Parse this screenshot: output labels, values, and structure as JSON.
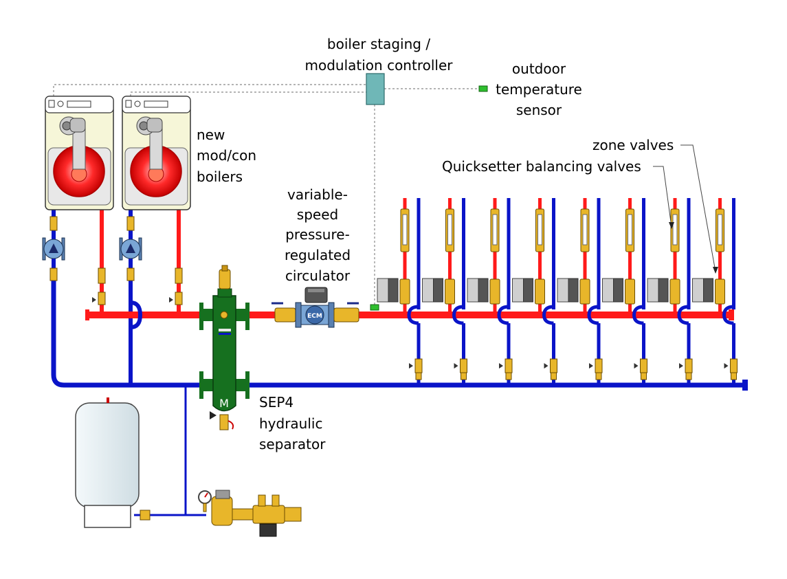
{
  "labels": {
    "controller": [
      "boiler staging /",
      "modulation controller"
    ],
    "sensor": [
      "outdoor",
      "temperature",
      "sensor"
    ],
    "boilers": [
      "new",
      "mod/con",
      "boilers"
    ],
    "circulator": [
      "variable-",
      "speed",
      "pressure-",
      "regulated",
      "circulator"
    ],
    "zone_valves": "zone valves",
    "balancing_valves": "Quicksetter balancing valves",
    "separator": [
      "SEP4",
      "hydraulic",
      "separator"
    ]
  },
  "circulator_badge": "ECM",
  "separator_badge": "M",
  "zone_count": 8,
  "colors": {
    "supply": "#ff1a1a",
    "return": "#0a14c8",
    "separator": "#16701f",
    "brass": "#e8b62a",
    "controller": "#6fb7b7",
    "sensor": "#2fbf2f",
    "boiler_body": "#f6f6d8",
    "tank": "#dde9ee"
  },
  "icons": [
    "boiler-icon",
    "circulator-pump-icon",
    "zone-valve-actuator-icon",
    "balancing-valve-icon",
    "ball-valve-icon",
    "expansion-tank-icon",
    "pressure-gauge-icon",
    "backflow-preventer-icon"
  ]
}
